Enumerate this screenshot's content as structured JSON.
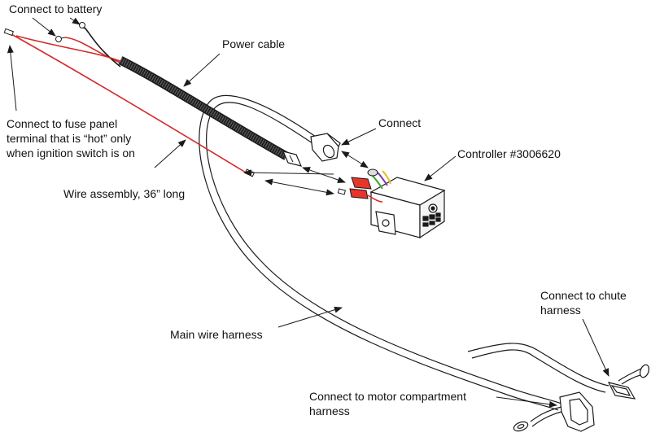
{
  "labels": {
    "connect_battery": "Connect to battery",
    "power_cable": "Power cable",
    "fuse_panel": {
      "line1": "Connect to fuse panel",
      "line2": "terminal that is “hot” only",
      "line3": "when ignition switch is on"
    },
    "connect": "Connect",
    "controller": "Controller #3006620",
    "wire_assembly": "Wire assembly, 36” long",
    "chute_harness": {
      "line1": "Connect to chute",
      "line2": "harness"
    },
    "main_harness": "Main wire harness",
    "motor_harness": {
      "line1": "Connect to motor compartment",
      "line2": "harness"
    }
  },
  "colors": {
    "line": "#1a1a1a",
    "red_wire": "#d42a2a",
    "connector_red": "#e8352a",
    "wire_green": "#3fa535",
    "wire_purple": "#7a3fb0",
    "wire_yellow": "#e6c11a"
  }
}
